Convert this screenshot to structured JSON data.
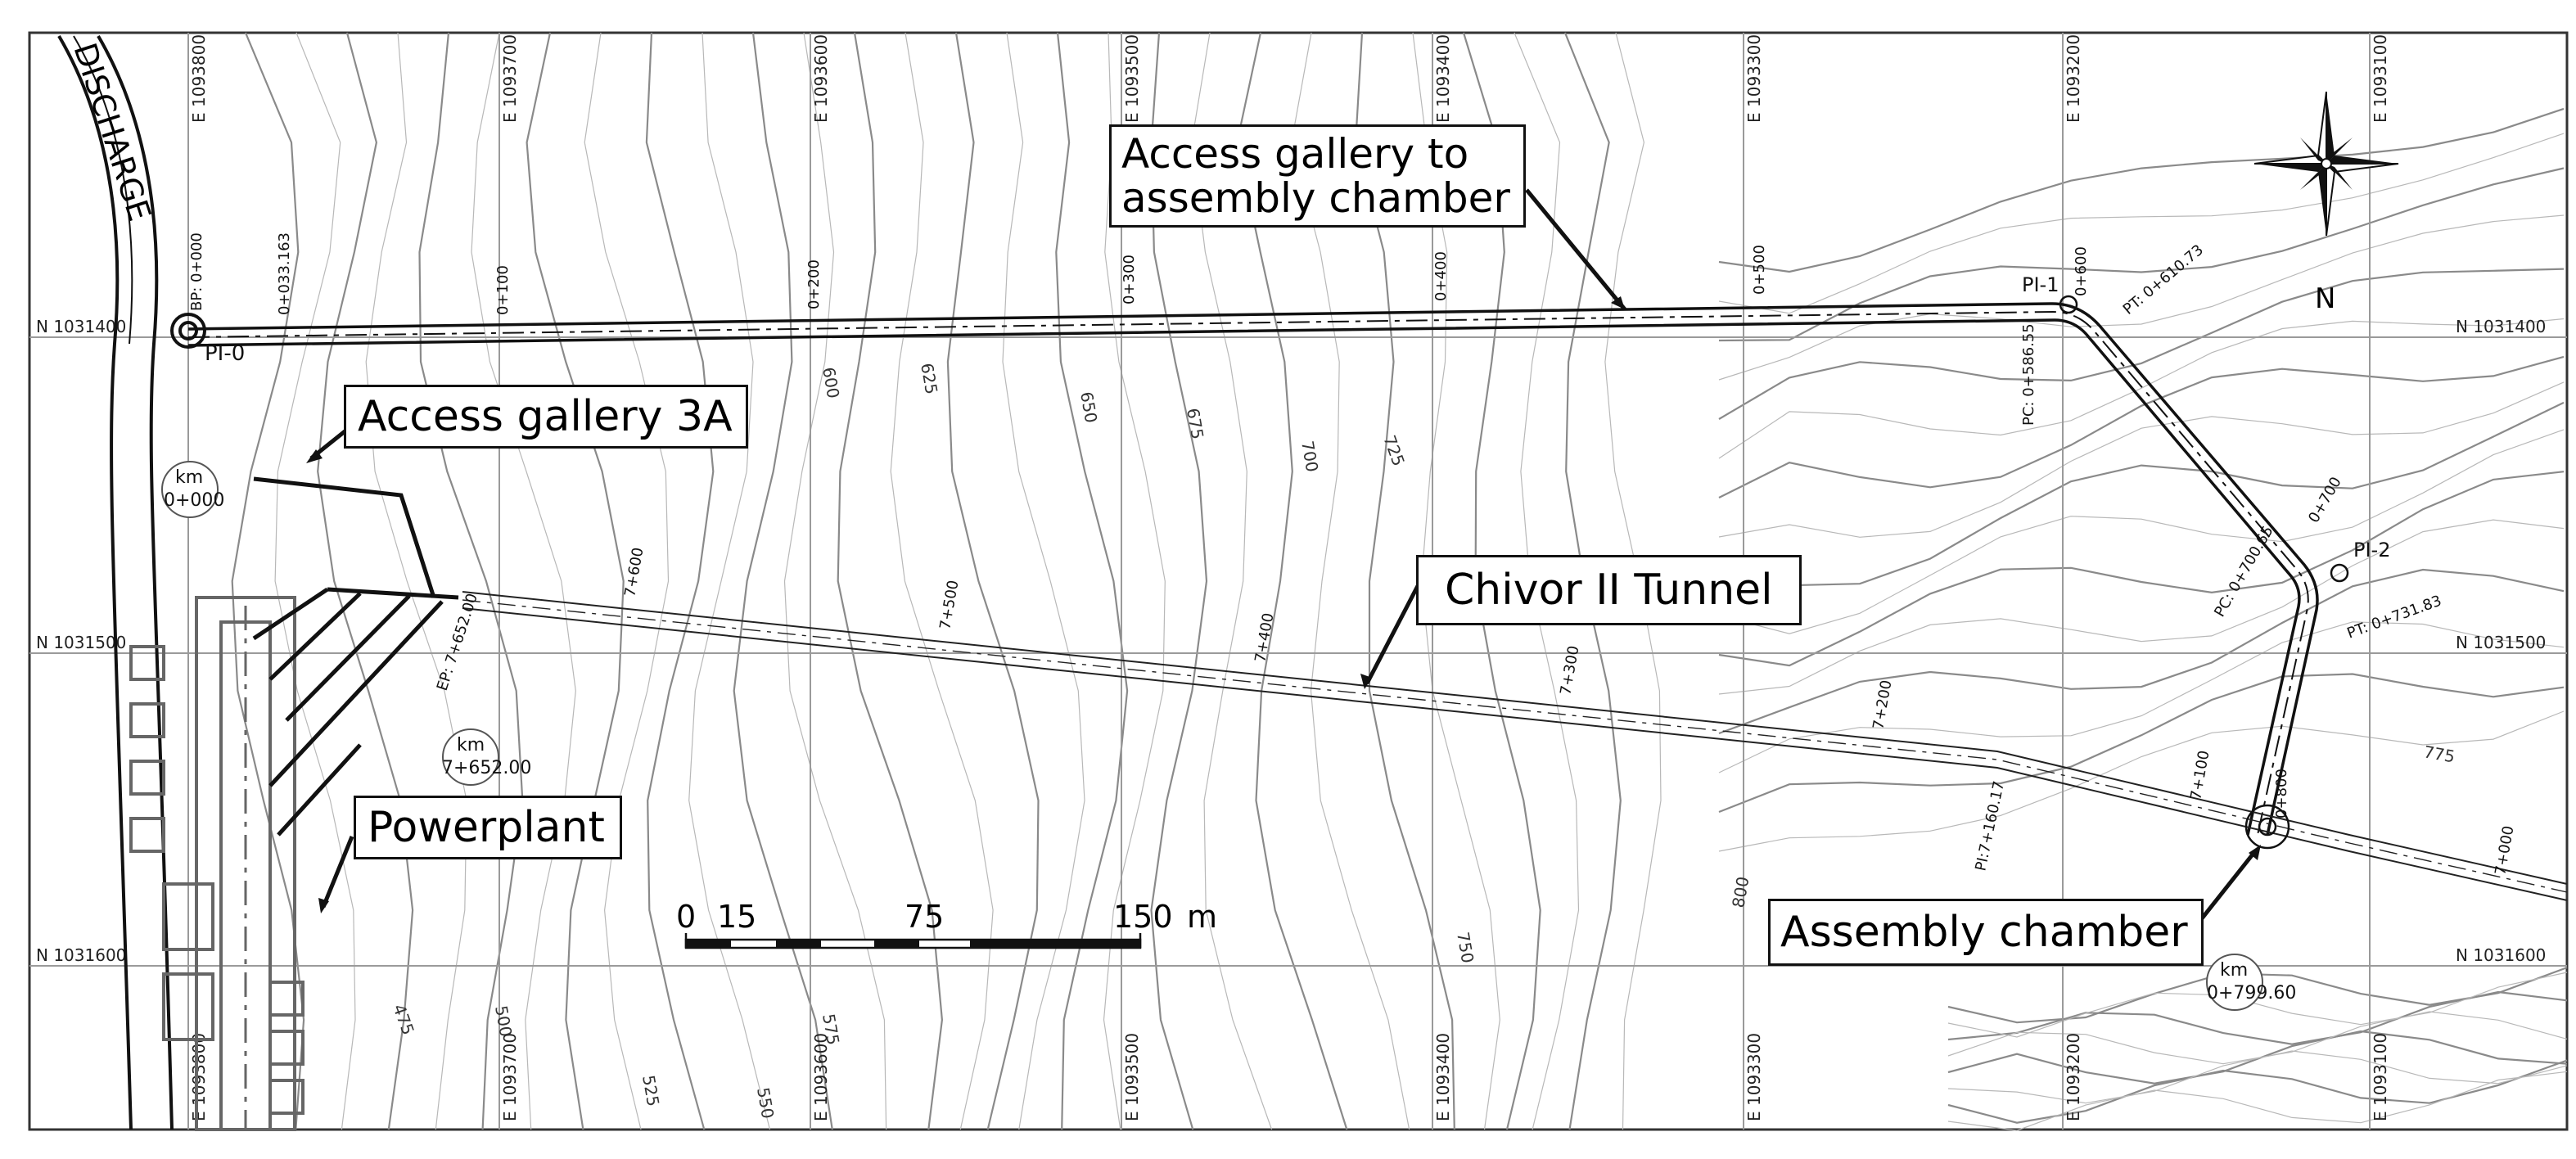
{
  "map": {
    "grid": {
      "easting_top": [
        "E 1093800",
        "E 1093700",
        "E 1093600",
        "E 1093500",
        "E 1093400",
        "E 1093300",
        "E 1093200",
        "E 1093100"
      ],
      "easting_bottom": [
        "E 1093800",
        "E 1093700",
        "E 1093600",
        "E 1093500",
        "E 1093400",
        "E 1093300",
        "E 1093200",
        "E 1093100"
      ],
      "northing_left": [
        "N 1031400",
        "N 1031500",
        "N 1031600"
      ],
      "northing_right": [
        "N 1031400",
        "N 1031500",
        "N 1031600"
      ]
    },
    "labels": {
      "discharge": "DISCHARGE",
      "callout_gallery_to_assembly_line1": "Access gallery to",
      "callout_gallery_to_assembly_line2": "assembly chamber",
      "callout_gallery_3a": "Access gallery 3A",
      "callout_tunnel": "Chivor II Tunnel",
      "callout_powerplant": "Powerplant",
      "callout_assembly": "Assembly chamber",
      "north": "N",
      "scale_ticks": [
        "0",
        "15",
        "75",
        "150"
      ],
      "scale_unit": "m"
    },
    "points": {
      "pi0": "PI-0",
      "pi1": "PI-1",
      "pi2": "PI-2",
      "bp": "BP: 0+000",
      "km0_line1": "km",
      "km0_line2": "0+000",
      "km7652_line1": "km",
      "km7652_line2": "7+652.00",
      "km0799_line1": "km",
      "km0799_line2": "0+799.60",
      "ep": "EP: 7+652.00",
      "pc1": "PC: 0+586.55",
      "pt1": "PT: 0+610.73",
      "pc2": "PC: 0+700.65",
      "pt2": "PT: 0+731.83",
      "pi_tunnel": "PI:7+160.17",
      "sta_033": "0+033.163"
    },
    "gallery_stations": [
      "0+100",
      "0+200",
      "0+300",
      "0+400",
      "0+500",
      "0+600",
      "0+700",
      "0+800"
    ],
    "tunnel_stations": [
      "7+600",
      "7+500",
      "7+400",
      "7+300",
      "7+200",
      "7+100",
      "7+000"
    ],
    "contour_labels": [
      "475",
      "500",
      "525",
      "550",
      "575",
      "600",
      "625",
      "650",
      "675",
      "700",
      "725",
      "750",
      "775",
      "800"
    ],
    "colors": {
      "line": "#111111",
      "contour": "#8a8a8a",
      "grid": "#9a9a9a"
    }
  }
}
